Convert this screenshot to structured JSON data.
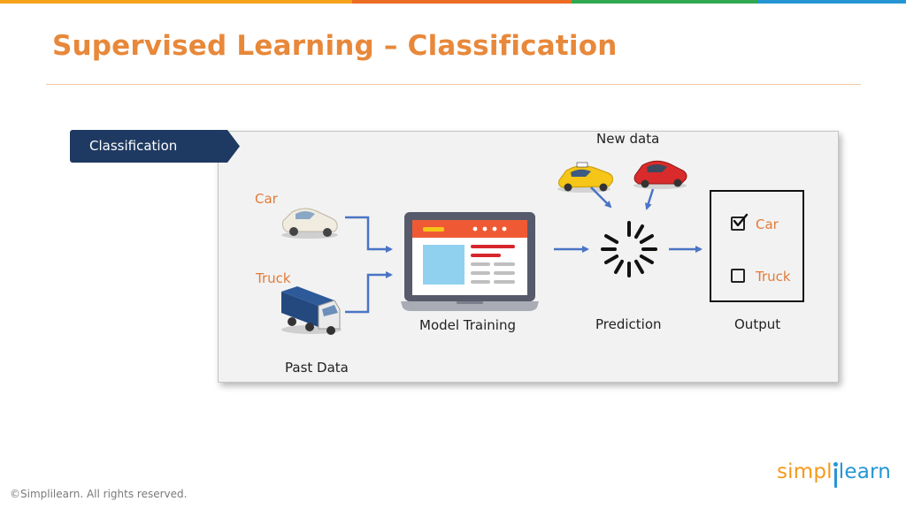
{
  "slide": {
    "title": "Supervised Learning – Classification",
    "tag": "Classification"
  },
  "colors": {
    "title": "#e8883a",
    "rule": "#f0c7a4",
    "tag_bg": "#1f3a62",
    "accent_label": "#e07b39",
    "arrow": "#4a74c4",
    "panel_bg": "#f2f2f2",
    "topbar": [
      "#f7a21b",
      "#ed6c23",
      "#2fa84f",
      "#2596d3"
    ],
    "logo_text": "#f59a1b",
    "logo_dot": "#2596d3"
  },
  "diagram": {
    "inputs": [
      {
        "label": "Car",
        "icon": "car-icon"
      },
      {
        "label": "Truck",
        "icon": "truck-icon"
      }
    ],
    "past_data_label": "Past Data",
    "model_label": "Model Training",
    "model_icon": "laptop-icon",
    "new_data_label": "New data",
    "new_data_icons": [
      "taxi-icon",
      "red-car-icon"
    ],
    "prediction_label": "Prediction",
    "prediction_icon": "loading-spinner-icon",
    "output_label": "Output",
    "output_options": [
      {
        "label": "Car",
        "checked": true
      },
      {
        "label": "Truck",
        "checked": false
      }
    ]
  },
  "footer": {
    "copyright": "©Simplilearn. All rights reserved.",
    "logo_before": "simpl",
    "logo_after": "learn"
  }
}
